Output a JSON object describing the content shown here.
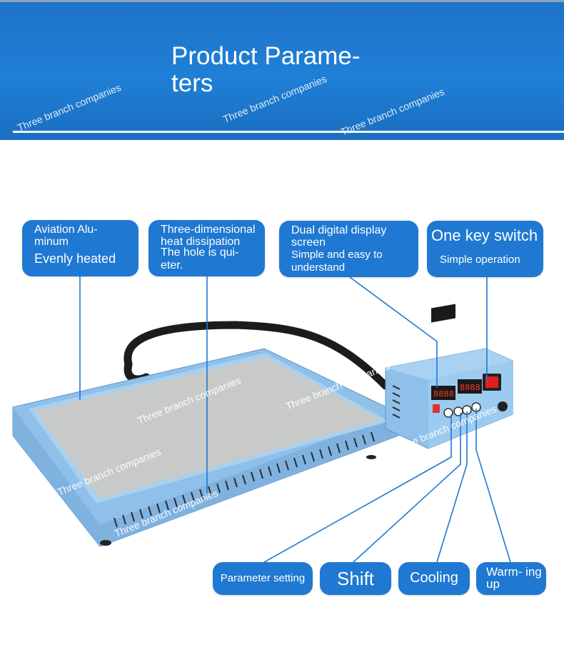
{
  "header": {
    "title": "Product Parame- ters",
    "watermark": "Three branch companies"
  },
  "callouts": {
    "aluminum": {
      "line1": "Aviation Alu- minum",
      "line2": "Evenly heated"
    },
    "dissipation": {
      "line1": "Three-dimensional heat dissipation",
      "line2": "The hole is qui- eter."
    },
    "display": {
      "line1": "Dual digital display screen",
      "line2": "Simple and easy to understand"
    },
    "switch": {
      "line1": "One key switch",
      "line2": "Simple operation"
    },
    "parameter": {
      "label": "Parameter setting"
    },
    "shift": {
      "label": "Shift"
    },
    "cooling": {
      "label": "Cooling"
    },
    "warming": {
      "label": "Warm- ing up"
    }
  },
  "colors": {
    "brand_blue": "#1f78d1",
    "device_blue": "#8fbfe8",
    "plate_gray": "#c9cbcb",
    "switch_red": "#e02020"
  }
}
